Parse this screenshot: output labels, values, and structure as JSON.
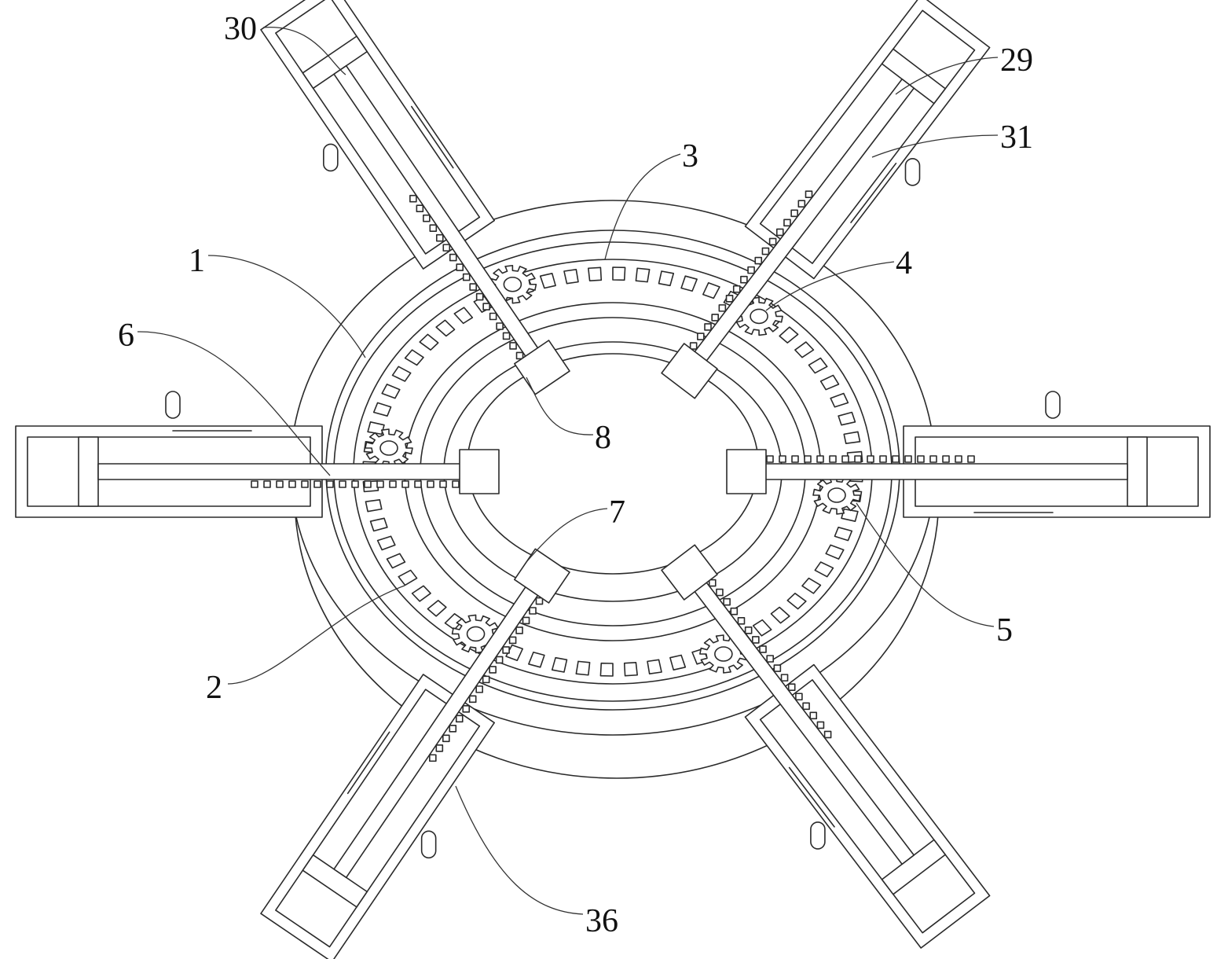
{
  "figure": {
    "type": "patent-line-drawing",
    "description": "Radial six-arm adjustable clamping mechanism with ring gears, pinions and racks",
    "colors": {
      "line": "#2a2a2a",
      "background": "#ffffff",
      "label": "#111111"
    },
    "arm_count": 6,
    "labels": [
      {
        "id": "30",
        "text": "30"
      },
      {
        "id": "29",
        "text": "29"
      },
      {
        "id": "31",
        "text": "31"
      },
      {
        "id": "3",
        "text": "3"
      },
      {
        "id": "4",
        "text": "4"
      },
      {
        "id": "1",
        "text": "1"
      },
      {
        "id": "6",
        "text": "6"
      },
      {
        "id": "8",
        "text": "8"
      },
      {
        "id": "7",
        "text": "7"
      },
      {
        "id": "5",
        "text": "5"
      },
      {
        "id": "2",
        "text": "2"
      },
      {
        "id": "36",
        "text": "36"
      }
    ]
  }
}
